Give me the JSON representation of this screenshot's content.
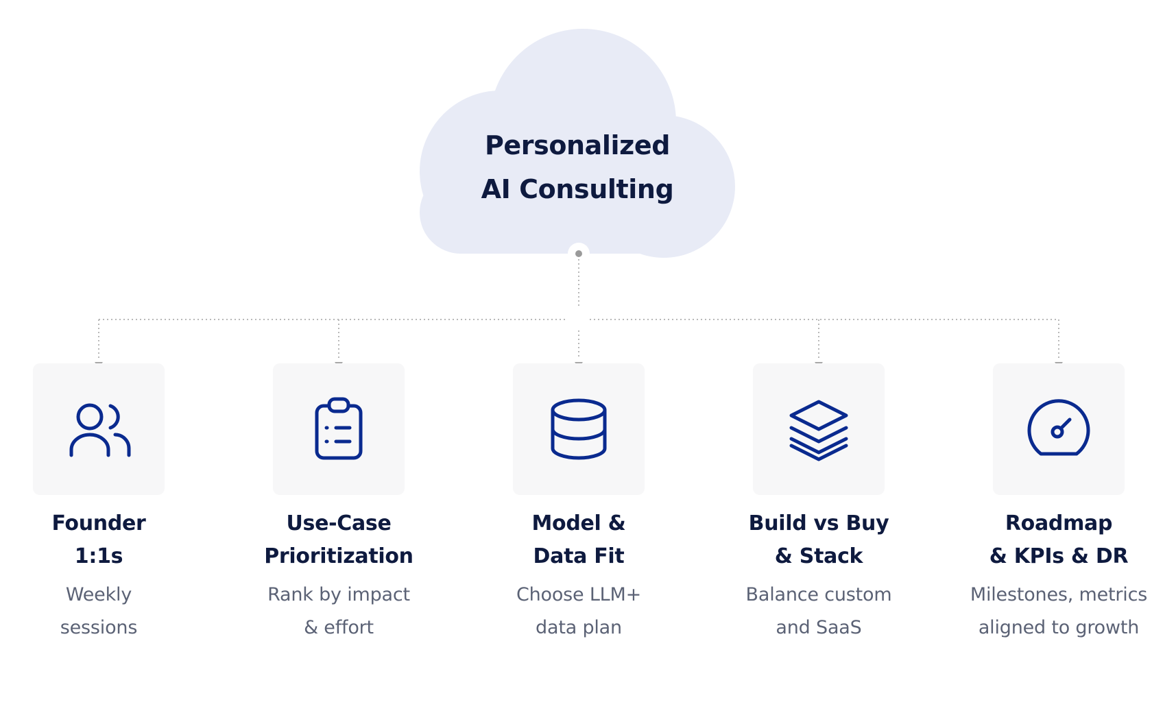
{
  "cloud": {
    "title_line1": "Personalized",
    "title_line2": "AI Consulting",
    "fill_color": "#e8ebf6"
  },
  "colors": {
    "heading": "#0e1a3f",
    "description": "#5b6275",
    "icon": "#0a2a8f",
    "card_bg": "#f7f7f8",
    "connector": "#b8b8b8"
  },
  "items": [
    {
      "icon": "users-icon",
      "title_line1": "Founder",
      "title_line2": "1:1s",
      "desc_line1": "Weekly",
      "desc_line2": "sessions"
    },
    {
      "icon": "clipboard-list-icon",
      "title_line1": "Use-Case",
      "title_line2": "Prioritization",
      "desc_line1": "Rank by impact",
      "desc_line2": "& effort"
    },
    {
      "icon": "database-icon",
      "title_line1": "Model &",
      "title_line2": "Data Fit",
      "desc_line1": "Choose LLM+",
      "desc_line2": "data plan"
    },
    {
      "icon": "stack-layers-icon",
      "title_line1": "Build vs Buy",
      "title_line2": "& Stack",
      "desc_line1": "Balance custom",
      "desc_line2": "and SaaS"
    },
    {
      "icon": "gauge-icon",
      "title_line1": "Roadmap",
      "title_line2": "& KPIs & DR",
      "desc_line1": "Milestones, metrics",
      "desc_line2": "aligned to growth"
    }
  ]
}
